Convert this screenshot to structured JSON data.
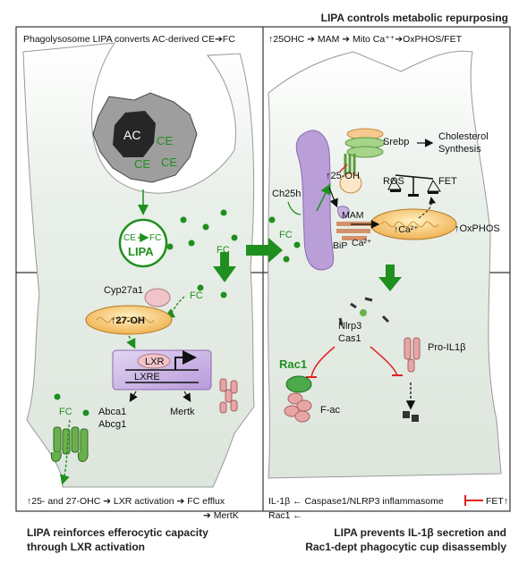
{
  "header": {
    "top_right": "LIPA controls metabolic repurposing"
  },
  "panels": {
    "top_left": {
      "title": "Phagolysosome LIPA converts AC-derived CE➔FC",
      "ac": "AC",
      "ce_labels": [
        "CE",
        "CE",
        "CE"
      ],
      "lipa_reaction_from": "CE",
      "lipa_reaction_to": "FC",
      "lipa_label": "LIPA",
      "fc": "FC"
    },
    "top_right": {
      "title": "↑25OHC ➔ MAM ➔ Mito Ca⁺⁺➔OxPHOS/FET",
      "srebp": "Srebp",
      "cholesterol_synthesis": [
        "Cholesterol",
        "Synthesis"
      ],
      "ch25h": "Ch25h",
      "oh25": "↑25-OH",
      "fc": "FC",
      "ros": "ROS",
      "fet": "FET",
      "mam": "MAM",
      "bip": "BiP",
      "ca1": "Ca²⁺",
      "ca_up": "↑Ca²⁺",
      "oxphos": "↑OxPHOS"
    },
    "bottom_left": {
      "cyp": "Cyp27a1",
      "fc1": "FC",
      "oh27": "↑27-OH",
      "lxr": "LXR",
      "lxre": "LXRE",
      "abca1": "Abca1",
      "abcg1": "Abcg1",
      "mertk": "Mertk",
      "fc2": "FC",
      "summary_line1": "↑25- and 27-OHC ➔ LXR activation ➔ FC efflux",
      "summary_line2": "➔ MertK"
    },
    "bottom_right": {
      "nlrp3": "Nlrp3",
      "cas1": "Cas1",
      "pro_il1b": "Pro-IL1β",
      "rac1": "Rac1",
      "f_ac": "F-ac",
      "summary_line1_a": "IL-1β ← Caspase1/NLRP3 inflammasome",
      "summary_line1_b": "FET↑",
      "summary_line2": "Rac1 ←"
    }
  },
  "footer": {
    "left_line1": "LIPA reinforces efferocytic capacity",
    "left_line2": "through LXR activation",
    "right_line1": "LIPA prevents IL-1β secretion and",
    "right_line2": "Rac1-dept phagocytic cup disassembly"
  },
  "colors": {
    "green": "#1f8f1f",
    "cell_fill": "#e6ede6",
    "er_purple": "#b9a0d6",
    "mito_orange": "#f2b75c",
    "red": "#e02020"
  }
}
